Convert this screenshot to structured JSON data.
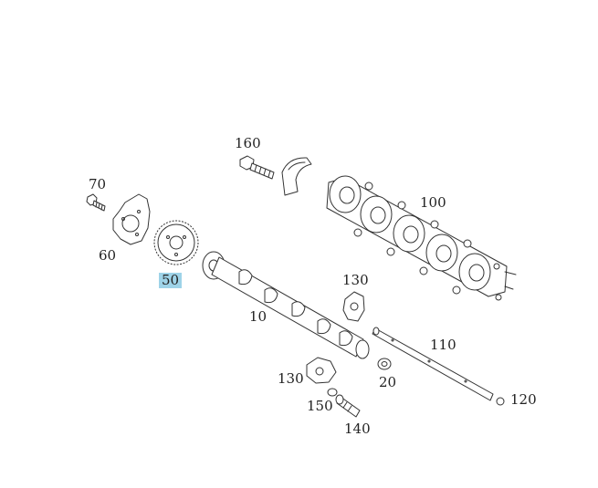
{
  "callouts": {
    "c10": "10",
    "c20": "20",
    "c50": "50",
    "c60": "60",
    "c70": "70",
    "c100": "100",
    "c110": "110",
    "c120": "120",
    "c130a": "130",
    "c130b": "130",
    "c140": "140",
    "c150": "150",
    "c160": "160"
  },
  "highlight_color": "#9ed3e8"
}
